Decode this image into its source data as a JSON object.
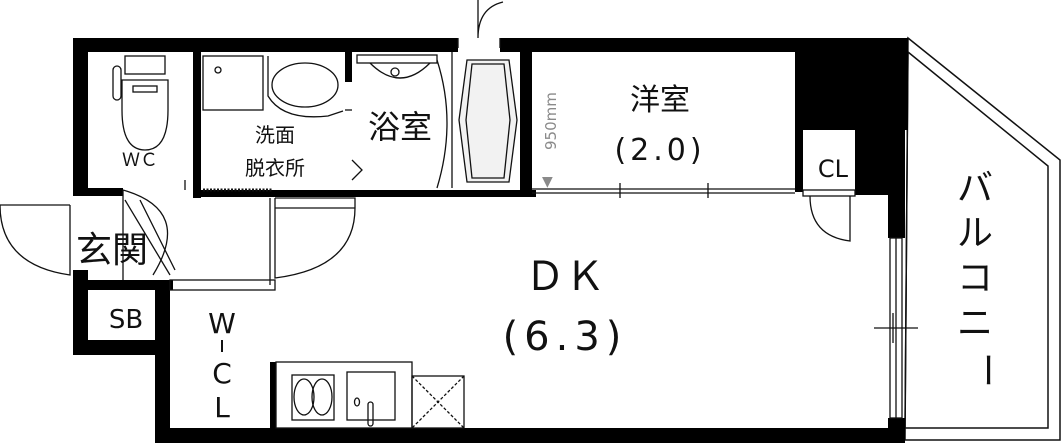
{
  "colors": {
    "wall": "#000000",
    "line": "#222222",
    "note": "#8a8a8a",
    "background": "#ffffff"
  },
  "rooms": {
    "western_room": {
      "name": "洋室",
      "size": "(2.0)"
    },
    "bathroom": {
      "name": "浴室"
    },
    "washroom": {
      "line1": "洗面",
      "line2": "脱衣所"
    },
    "toilet": {
      "name": "ＷＣ"
    },
    "entrance": {
      "name": "玄関"
    },
    "shoe_box": {
      "name": "SB"
    },
    "walk_in_closet": {
      "l1": "W",
      "l2": "C",
      "l3": "L"
    },
    "dining_kitchen": {
      "name": "ＤＫ",
      "size": "(6.3)"
    },
    "closet": {
      "name": "CL"
    },
    "balcony": {
      "c1": "バ",
      "c2": "ル",
      "c3": "コ",
      "c4": "ニ",
      "c5": "ー"
    }
  },
  "notes": {
    "ceiling_height": "950mm"
  }
}
